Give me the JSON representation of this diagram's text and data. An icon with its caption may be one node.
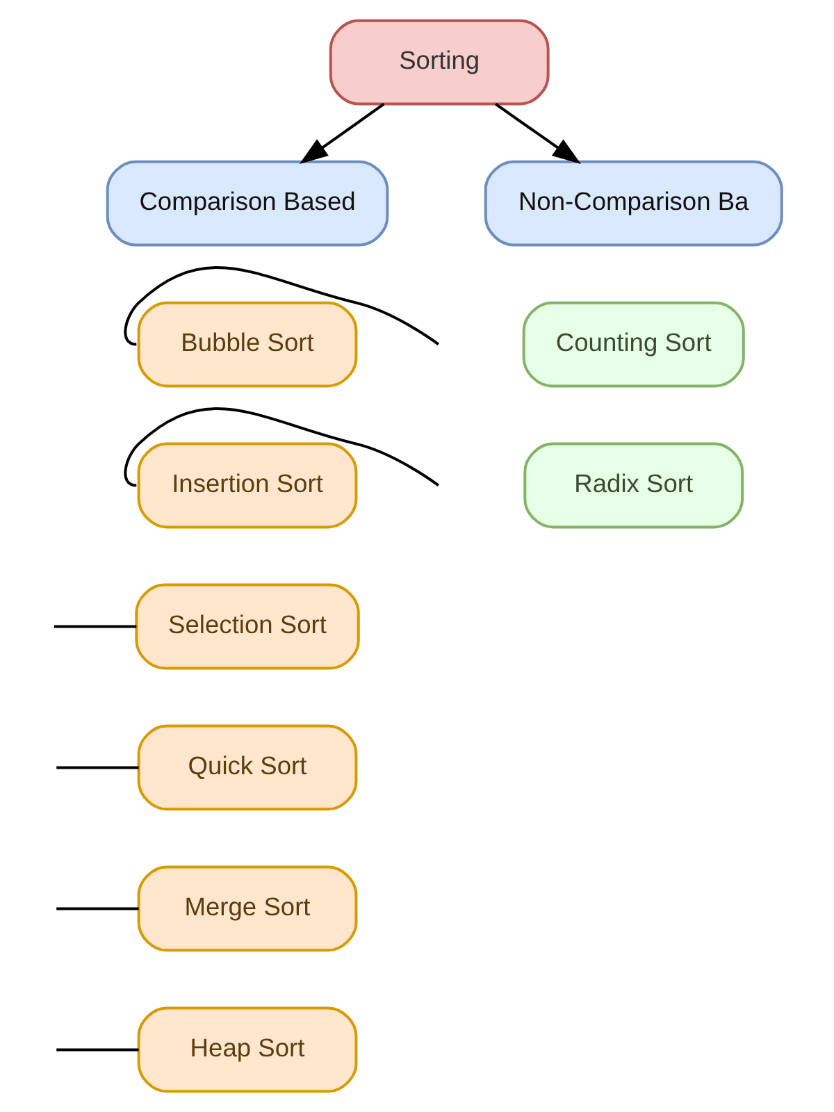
{
  "diagram": {
    "nodes": [
      {
        "text": [
          "Sorting"
        ]
      },
      {
        "text": [
          "Comparison Based"
        ]
      },
      {
        "text": [
          "Non-Comparison Ba"
        ]
      },
      {
        "text": [
          "Bubble Sort"
        ]
      },
      {
        "text": [
          "Insertion Sort"
        ]
      },
      {
        "text": [
          "Selection Sort"
        ]
      },
      {
        "text": [
          "Quick Sort"
        ]
      },
      {
        "text": [
          "Merge Sort"
        ]
      },
      {
        "text": [
          "Heap Sort"
        ]
      },
      {
        "text": [
          "Counting Sort"
        ]
      },
      {
        "text": [
          "Radix Sort"
        ]
      }
    ],
    "edges": [
      {
        "from": 0,
        "to": 1,
        "arrow": "to"
      },
      {
        "from": 0,
        "to": 2,
        "arrow": "to"
      },
      {
        "from": null,
        "to": 3,
        "arrow": "none"
      },
      {
        "from": null,
        "to": 4,
        "arrow": "none"
      },
      {
        "from": null,
        "to": 5,
        "arrow": "none"
      },
      {
        "from": null,
        "to": 6,
        "arrow": "none"
      },
      {
        "from": null,
        "to": 7,
        "arrow": "none"
      },
      {
        "from": null,
        "to": 8,
        "arrow": "none"
      }
    ]
  }
}
